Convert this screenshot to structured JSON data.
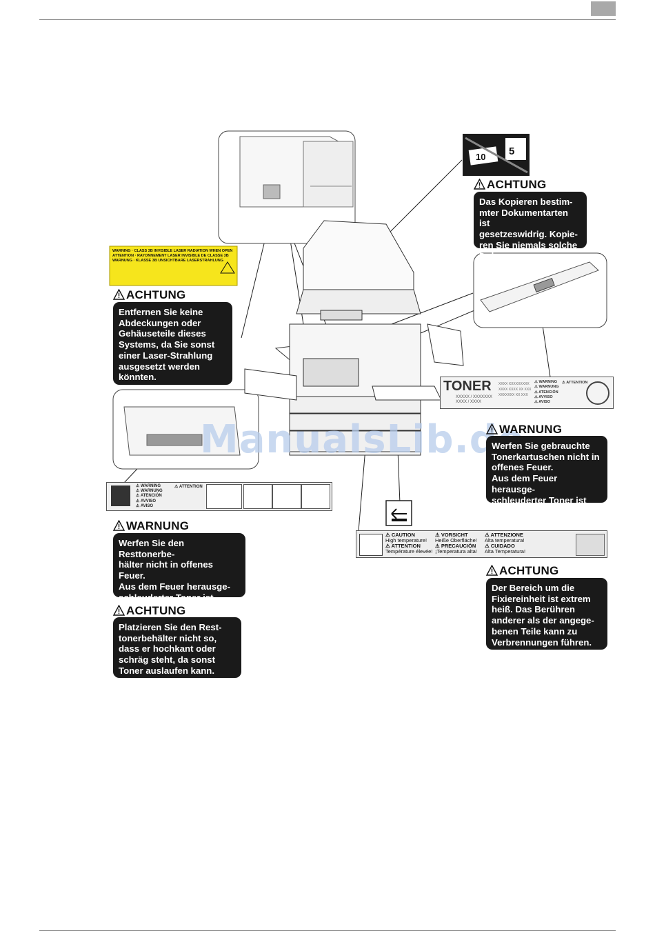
{
  "page": {
    "watermark": "ManualsLib.de"
  },
  "warnings": [
    {
      "heading": "ACHTUNG",
      "text": "Das Kopieren bestim-\nmter Dokumentarten ist\ngesetzeswidrig. Kopie-\nren Sie niemals solche\nDokumente."
    },
    {
      "heading": "ACHTUNG",
      "text": "Entfernen Sie keine\nAbdeckungen oder\nGehäuseteile dieses\nSystems, da Sie sonst\neiner Laser-Strahlung\nausgesetzt werden\nkönnten."
    },
    {
      "heading": "WARNUNG",
      "text": "Werfen Sie gebrauchte\nTonerkartuschen nicht in\noffenes Feuer.\nAus dem Feuer herausge-\nschleuderter Toner ist\ngefährlich."
    },
    {
      "heading": "WARNUNG",
      "text": "Werfen Sie den Resttonerbe-\nhälter nicht in offenes Feuer.\nAus dem Feuer herausge-\nschleuderter Toner ist\ngefährlich."
    },
    {
      "heading": "ACHTUNG",
      "text": "Der Bereich um die\nFixiereinheit ist extrem\nheiß. Das Berühren\nanderer als der angege-\nbenen Teile kann zu\nVerbrennungen führen."
    },
    {
      "heading": "ACHTUNG",
      "text": "Platzieren Sie den Rest-\ntonerbehälter nicht so,\ndass er hochkant oder\nschräg steht, da sonst\nToner auslaufen kann."
    }
  ],
  "labels": {
    "toner": {
      "title": "TONER",
      "line1": "XXXXX / XXXXXXX",
      "line2": "XXXX / XXXX",
      "codes1": "XXXX XXXXXXXXX",
      "codes2": "XXXX XXXX XX XXX",
      "codes3": "XXXXXXX XX XXX",
      "w1": "WARNING",
      "w2": "WARNUNG",
      "w3": "ATENCIÓN",
      "w4": "AVVISO",
      "w5": "AVISO",
      "a1": "ATTENTION"
    },
    "waste": {
      "w1": "WARNING",
      "w2": "WARNUNG",
      "w3": "ATENCIÓN",
      "w4": "AVVISO",
      "w5": "AVISO",
      "a1": "ATTENTION"
    },
    "heat": {
      "c1t": "CAUTION",
      "c1s": "High temperature!",
      "c2t": "VORSICHT",
      "c2s": "Heiße Oberfläche!",
      "c3t": "ATTENZIONE",
      "c3s": "Alta temperatura!",
      "c4t": "ATTENTION",
      "c4s": "Température élevée!",
      "c5t": "PRECAUCIÓN",
      "c5s": "¡Temperatura alta!",
      "c6t": "CUIDADO",
      "c6s": "Alta Temperatura!"
    },
    "laser": {
      "l1": "WARNING",
      "l1t": "CLASS 3B INVISIBLE LASER RADIATION WHEN OPEN",
      "l2": "ATTENTION",
      "l2t": "RAYONNEMENT LASER INVISIBLE DE CLASSE 3B",
      "l3": "WARNUNG",
      "l3t": "KLASSE 3B UNSICHTBARE LASERSTRAHLUNG"
    },
    "money": {
      "n1": "10",
      "n2": "5"
    }
  }
}
